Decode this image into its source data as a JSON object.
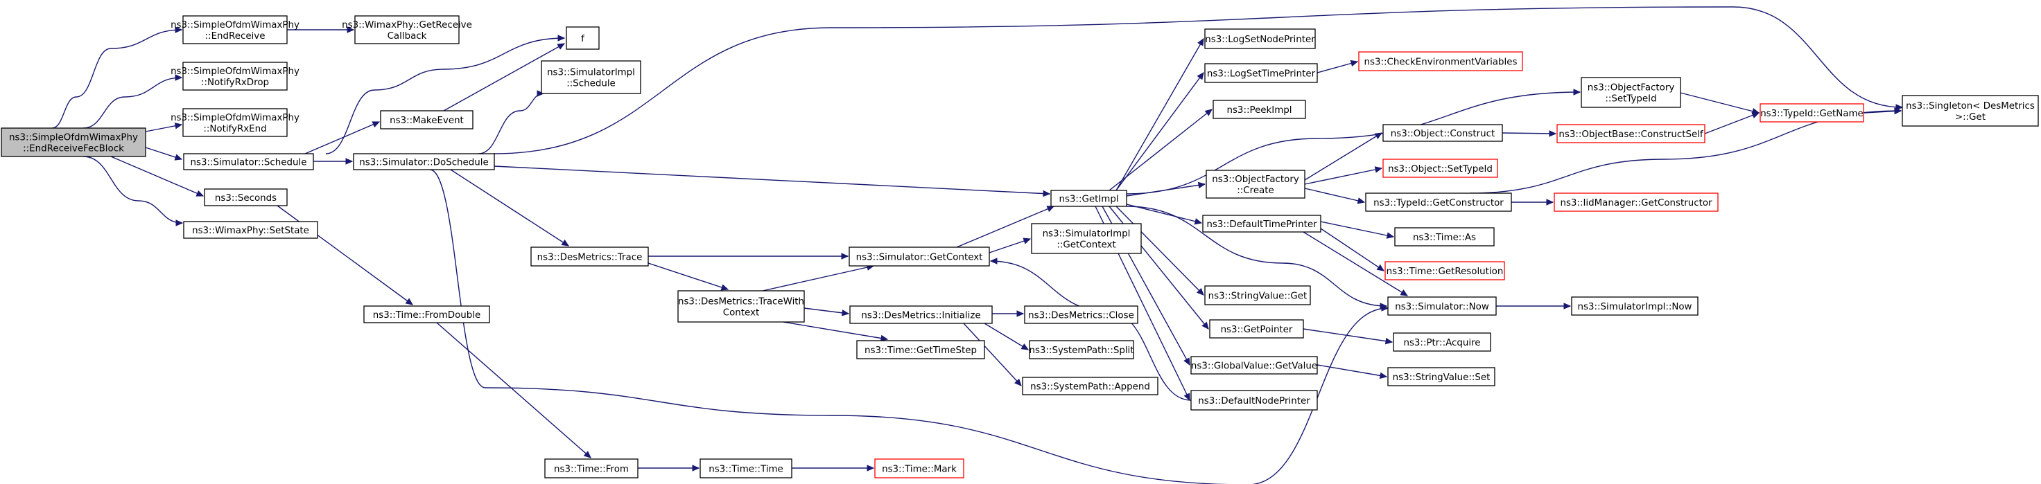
{
  "colors": {
    "edge": "#191970",
    "truncated_border": "#ff0000",
    "start_fill": "#bfbfbf"
  },
  "nodes": [
    {
      "id": "n0",
      "lines": [
        "ns3::SimpleOfdmWimaxPhy",
        "::EndReceiveFecBlock"
      ],
      "kind": "start"
    },
    {
      "id": "n1",
      "lines": [
        "ns3::SimpleOfdmWimaxPhy",
        "::EndReceive"
      ]
    },
    {
      "id": "n2",
      "lines": [
        "ns3::SimpleOfdmWimaxPhy",
        "::NotifyRxDrop"
      ]
    },
    {
      "id": "n3",
      "lines": [
        "ns3::SimpleOfdmWimaxPhy",
        "::NotifyRxEnd"
      ]
    },
    {
      "id": "n4",
      "lines": [
        "ns3::Simulator::Schedule"
      ]
    },
    {
      "id": "n5",
      "lines": [
        "ns3::Seconds"
      ]
    },
    {
      "id": "n6",
      "lines": [
        "ns3::WimaxPhy::SetState"
      ]
    },
    {
      "id": "n7",
      "lines": [
        "ns3::WimaxPhy::GetReceive",
        "Callback"
      ]
    },
    {
      "id": "n8",
      "lines": [
        "f"
      ]
    },
    {
      "id": "n9",
      "lines": [
        "ns3::MakeEvent"
      ]
    },
    {
      "id": "n10",
      "lines": [
        "ns3::Simulator::DoSchedule"
      ]
    },
    {
      "id": "n11",
      "lines": [
        "ns3::SimulatorImpl",
        "::Schedule"
      ]
    },
    {
      "id": "n12",
      "lines": [
        "ns3::Time::FromDouble"
      ]
    },
    {
      "id": "n13",
      "lines": [
        "ns3::Time::From"
      ]
    },
    {
      "id": "n14",
      "lines": [
        "ns3::Time::Time"
      ]
    },
    {
      "id": "n15",
      "lines": [
        "ns3::Time::Mark"
      ],
      "kind": "trunc"
    },
    {
      "id": "n16",
      "lines": [
        "ns3::DesMetrics::Trace"
      ]
    },
    {
      "id": "n17",
      "lines": [
        "ns3::DesMetrics::TraceWith",
        "Context"
      ]
    },
    {
      "id": "n18",
      "lines": [
        "ns3::Simulator::GetContext"
      ]
    },
    {
      "id": "n19",
      "lines": [
        "ns3::DesMetrics::Initialize"
      ]
    },
    {
      "id": "n20",
      "lines": [
        "ns3::Time::GetTimeStep"
      ]
    },
    {
      "id": "n21",
      "lines": [
        "ns3::SimulatorImpl",
        "::GetContext"
      ]
    },
    {
      "id": "n22",
      "lines": [
        "ns3::GetImpl"
      ]
    },
    {
      "id": "n23",
      "lines": [
        "ns3::DesMetrics::Close"
      ]
    },
    {
      "id": "n24",
      "lines": [
        "ns3::SystemPath::Split"
      ]
    },
    {
      "id": "n25",
      "lines": [
        "ns3::SystemPath::Append"
      ]
    },
    {
      "id": "n26",
      "lines": [
        "ns3::LogSetNodePrinter"
      ]
    },
    {
      "id": "n27",
      "lines": [
        "ns3::LogSetTimePrinter"
      ]
    },
    {
      "id": "n28",
      "lines": [
        "ns3::CheckEnvironmentVariables"
      ],
      "kind": "trunc"
    },
    {
      "id": "n29",
      "lines": [
        "ns3::PeekImpl"
      ]
    },
    {
      "id": "n30",
      "lines": [
        "ns3::ObjectFactory",
        "::Create"
      ]
    },
    {
      "id": "n31",
      "lines": [
        "ns3::DefaultTimePrinter"
      ]
    },
    {
      "id": "n32",
      "lines": [
        "ns3::StringValue::Get"
      ]
    },
    {
      "id": "n33",
      "lines": [
        "ns3::GetPointer"
      ]
    },
    {
      "id": "n34",
      "lines": [
        "ns3::GlobalValue::GetValue"
      ]
    },
    {
      "id": "n35",
      "lines": [
        "ns3::DefaultNodePrinter"
      ]
    },
    {
      "id": "n36",
      "lines": [
        "ns3::ObjectFactory",
        "::SetTypeId"
      ]
    },
    {
      "id": "n37",
      "lines": [
        "ns3::Object::Construct"
      ]
    },
    {
      "id": "n38",
      "lines": [
        "ns3::Object::SetTypeId"
      ],
      "kind": "trunc"
    },
    {
      "id": "n39",
      "lines": [
        "ns3::TypeId::GetConstructor"
      ]
    },
    {
      "id": "n40",
      "lines": [
        "ns3::Time::As"
      ]
    },
    {
      "id": "n41",
      "lines": [
        "ns3::Time::GetResolution"
      ],
      "kind": "trunc"
    },
    {
      "id": "n42",
      "lines": [
        "ns3::Simulator::Now"
      ]
    },
    {
      "id": "n43",
      "lines": [
        "ns3::Ptr::Acquire"
      ]
    },
    {
      "id": "n44",
      "lines": [
        "ns3::StringValue::Set"
      ]
    },
    {
      "id": "n45",
      "lines": [
        "ns3::ObjectBase::ConstructSelf"
      ],
      "kind": "trunc"
    },
    {
      "id": "n46",
      "lines": [
        "ns3::TypeId::GetName"
      ],
      "kind": "trunc"
    },
    {
      "id": "n47",
      "lines": [
        "ns3::IidManager::GetConstructor"
      ],
      "kind": "trunc"
    },
    {
      "id": "n48",
      "lines": [
        "ns3::SimulatorImpl::Now"
      ]
    },
    {
      "id": "n49",
      "lines": [
        "ns3::Singleton< DesMetrics",
        " >::Get"
      ]
    }
  ]
}
